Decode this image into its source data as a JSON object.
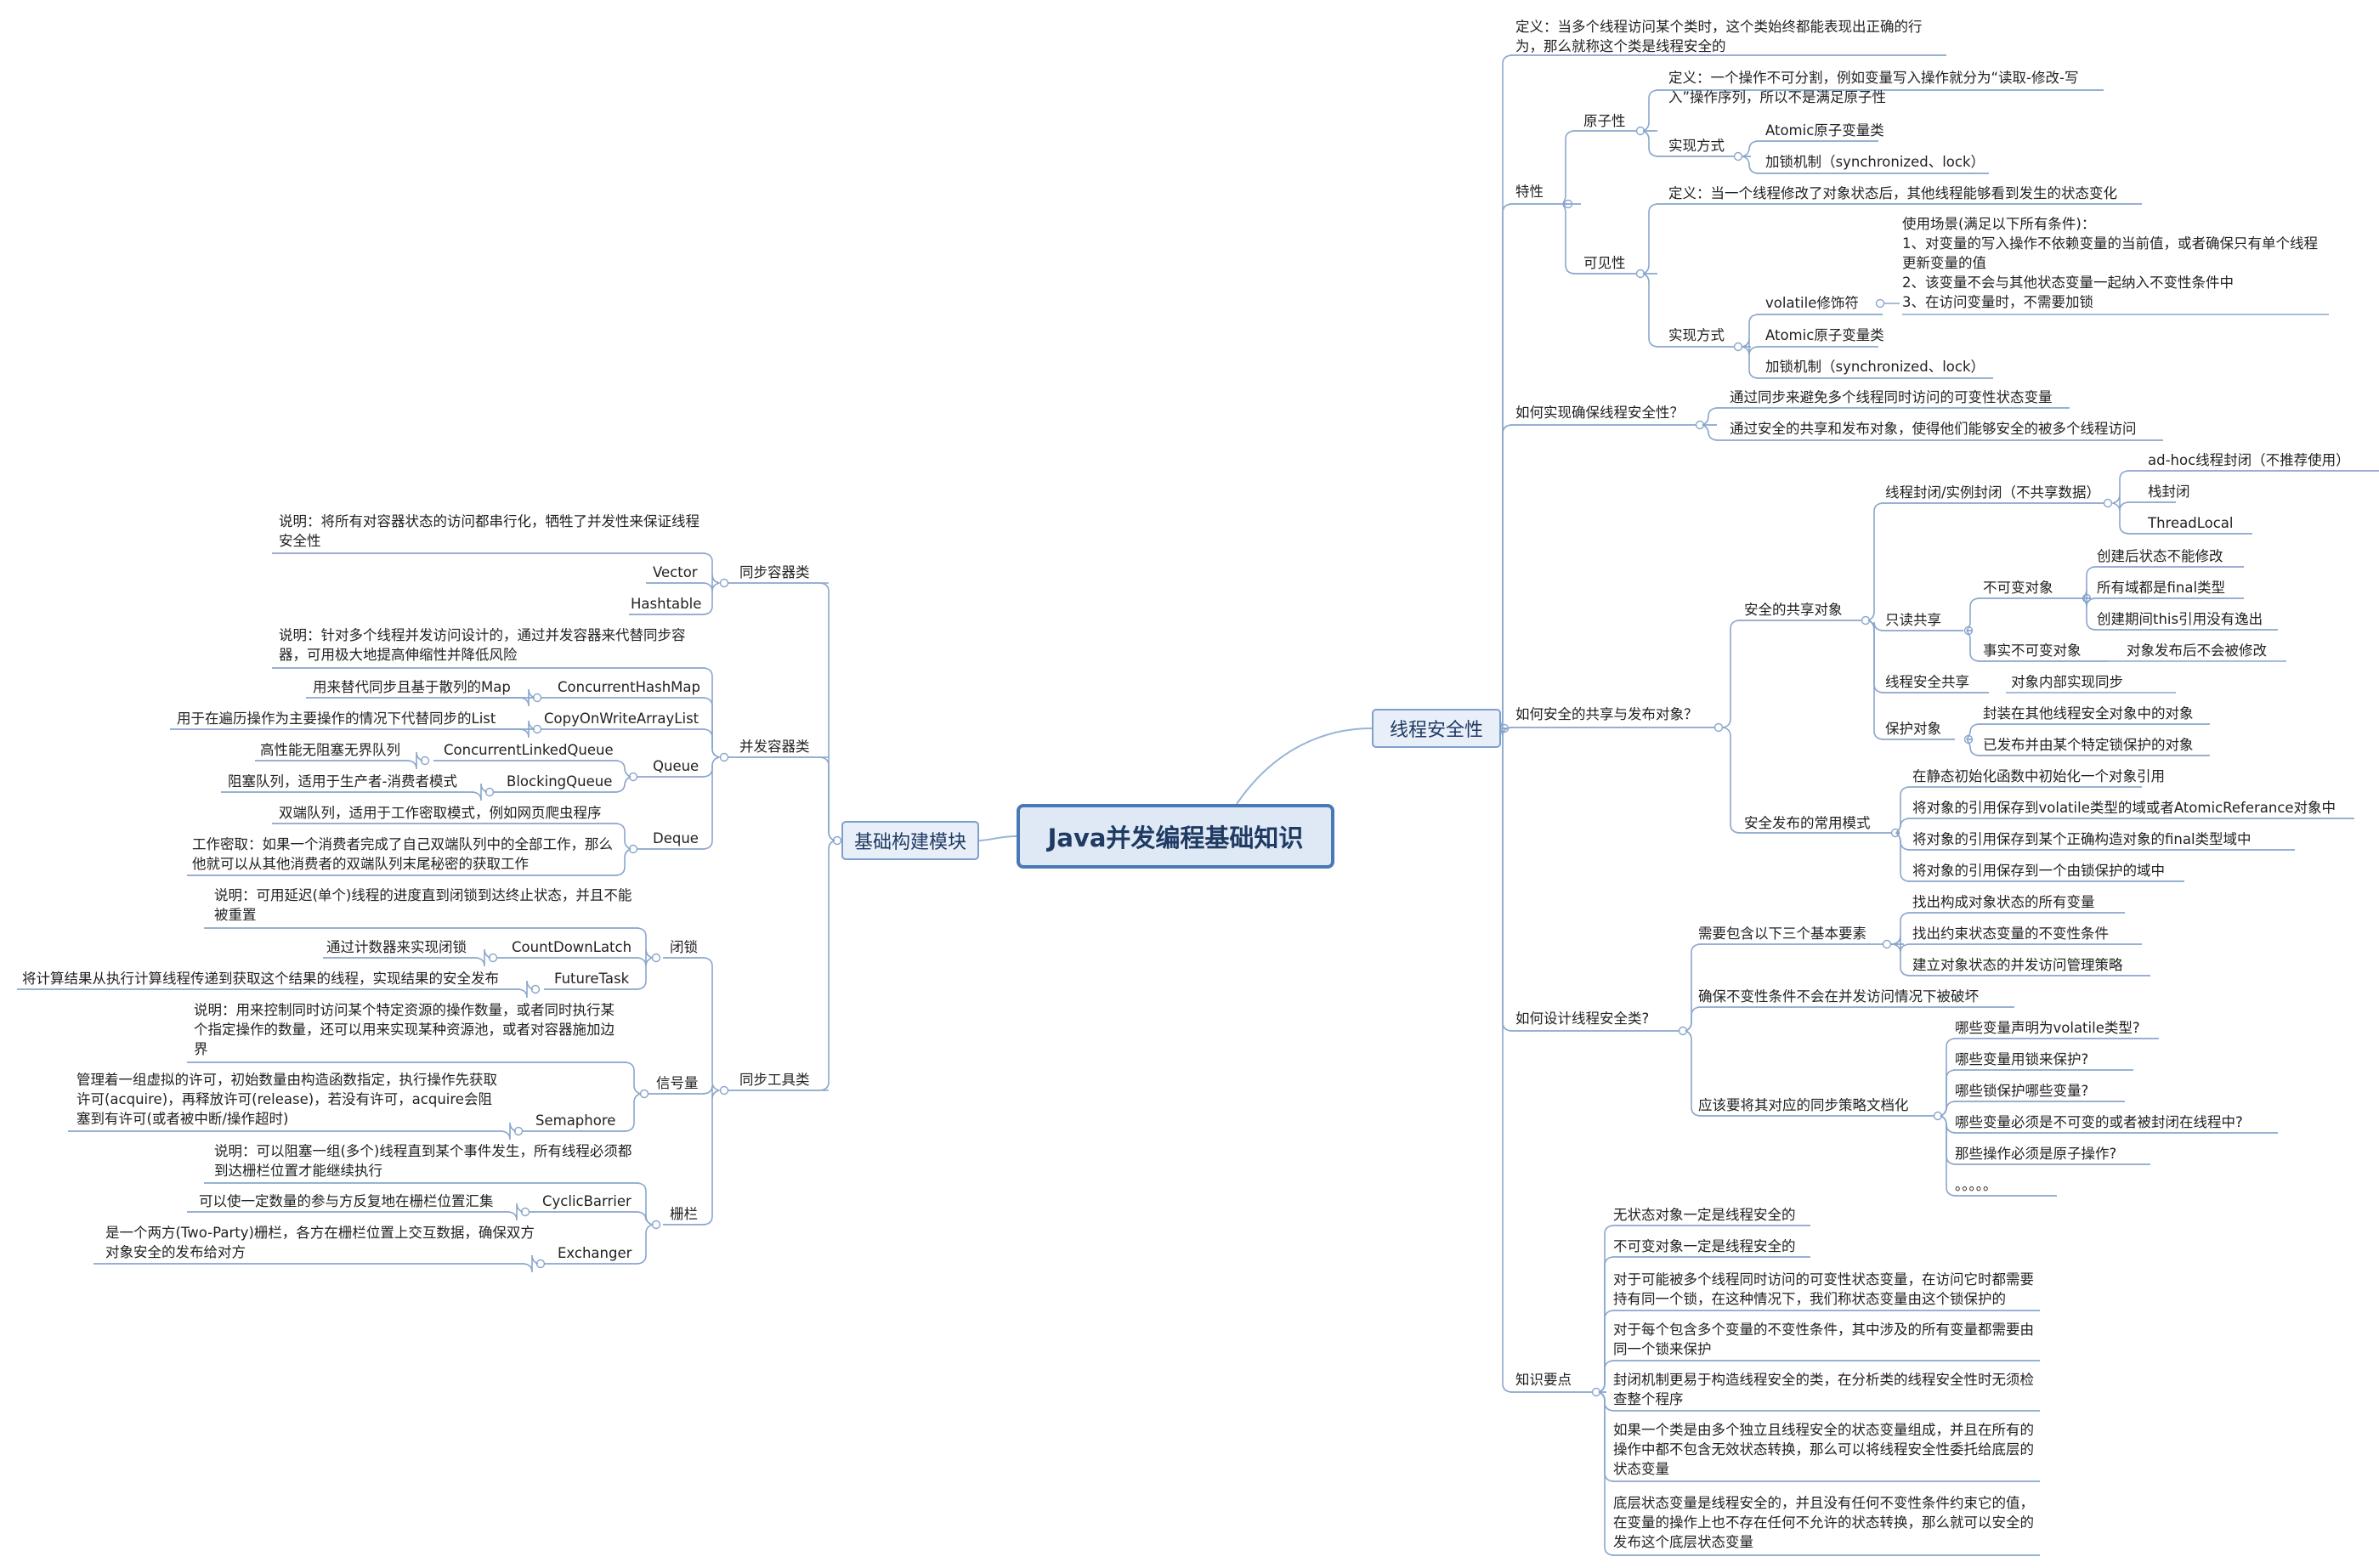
{
  "root": "Java并发编程基础知识",
  "right_main": "线程安全性",
  "left_main": "基础构建模块",
  "safety": {
    "definition": "定义：当多个线程访问某个类时，这个类始终都能表现出正确的行为，那么就称这个类是线程安全的",
    "features": {
      "label": "特性",
      "atomic": {
        "label": "原子性",
        "definition": "定义：一个操作不可分割，例如变量写入操作就分为“读取-修改-写入”操作序列，所以不是满足原子性",
        "impl_label": "实现方式",
        "impl": [
          "Atomic原子变量类",
          "加锁机制（synchronized、lock）"
        ]
      },
      "visibility": {
        "label": "可见性",
        "definition": "定义：当一个线程修改了对象状态后，其他线程能够看到发生的状态变化",
        "impl_label": "实现方式",
        "volatile_label": "volatile修饰符",
        "volatile_note": "使用场景(满足以下所有条件)：\n1、对变量的写入操作不依赖变量的当前值，或者确保只有单个线程更新变量的值\n2、该变量不会与其他状态变量一起纳入不变性条件中\n3、在访问变量时，不需要加锁",
        "impl": [
          "Atomic原子变量类",
          "加锁机制（synchronized、lock）"
        ]
      }
    },
    "how_ensure": {
      "label": "如何实现确保线程安全性？",
      "items": [
        "通过同步来避免多个线程同时访问的可变性状态变量",
        "通过安全的共享和发布对象，使得他们能够安全的被多个线程访问"
      ]
    },
    "share_publish": {
      "label": "如何安全的共享与发布对象？",
      "safe_share": {
        "label": "安全的共享对象",
        "confine": {
          "label": "线程封闭/实例封闭（不共享数据）",
          "items": [
            "ad-hoc线程封闭（不推荐使用）",
            "栈封闭",
            "ThreadLocal"
          ]
        },
        "readonly": {
          "label": "只读共享",
          "immutable": {
            "label": "不可变对象",
            "items": [
              "创建后状态不能修改",
              "所有域都是final类型",
              "创建期间this引用没有逸出"
            ]
          },
          "effective": {
            "label": "事实不可变对象",
            "item": "对象发布后不会被修改"
          }
        },
        "threadsafe": {
          "label": "线程安全共享",
          "item": "对象内部实现同步"
        },
        "guarded": {
          "label": "保护对象",
          "items": [
            "封装在其他线程安全对象中的对象",
            "已发布并由某个特定锁保护的对象"
          ]
        }
      },
      "safe_publish": {
        "label": "安全发布的常用模式",
        "items": [
          "在静态初始化函数中初始化一个对象引用",
          "将对象的引用保存到volatile类型的域或者AtomicReferance对象中",
          "将对象的引用保存到某个正确构造对象的final类型域中",
          "将对象的引用保存到一个由锁保护的域中"
        ]
      }
    },
    "design": {
      "label": "如何设计线程安全类?",
      "elements": {
        "label": "需要包含以下三个基本要素",
        "items": [
          "找出构成对象状态的所有变量",
          "找出约束状态变量的不变性条件",
          "建立对象状态的并发访问管理策略"
        ]
      },
      "invariant": "确保不变性条件不会在并发访问情况下被破坏",
      "doc": {
        "label": "应该要将其对应的同步策略文档化",
        "items": [
          "哪些变量声明为volatile类型?",
          "哪些变量用锁来保护?",
          "哪些锁保护哪些变量?",
          "哪些变量必须是不可变的或者被封闭在线程中?",
          "那些操作必须是原子操作?",
          "。。。。。"
        ]
      }
    },
    "points": {
      "label": "知识要点",
      "items": [
        "无状态对象一定是线程安全的",
        "不可变对象一定是线程安全的",
        "对于可能被多个线程同时访问的可变性状态变量，在访问它时都需要持有同一个锁，在这种情况下，我们称状态变量由这个锁保护的",
        "对于每个包含多个变量的不变性条件，其中涉及的所有变量都需要由同一个锁来保护",
        "封闭机制更易于构造线程安全的类，在分析类的线程安全性时无须检查整个程序",
        "如果一个类是由多个独立且线程安全的状态变量组成，并且在所有的操作中都不包含无效状态转换，那么可以将线程安全性委托给底层的状态变量",
        "底层状态变量是线程安全的，并且没有任何不变性条件约束它的值，在变量的操作上也不存在任何不允许的状态转换，那么就可以安全的发布这个底层状态变量"
      ]
    }
  },
  "building": {
    "sync_containers": {
      "label": "同步容器类",
      "note": "说明：将所有对容器状态的访问都串行化，牺牲了并发性来保证线程安全性",
      "items": [
        "Vector",
        "Hashtable"
      ]
    },
    "concurrent_containers": {
      "label": "并发容器类",
      "note": "说明：针对多个线程并发访问设计的，通过并发容器来代替同步容器，可用极大地提高伸缩性并降低风险",
      "chm": {
        "label": "ConcurrentHashMap",
        "desc": "用来替代同步且基于散列的Map"
      },
      "cow": {
        "label": "CopyOnWriteArrayList",
        "desc": "用于在遍历操作为主要操作的情况下代替同步的List"
      },
      "queue": {
        "label": "Queue",
        "clq": {
          "label": "ConcurrentLinkedQueue",
          "desc": "高性能无阻塞无界队列"
        },
        "bq": {
          "label": "BlockingQueue",
          "desc": "阻塞队列，适用于生产者-消费者模式"
        }
      },
      "deque": {
        "label": "Deque",
        "desc1": "双端队列，适用于工作密取模式，例如网页爬虫程序",
        "desc2": "工作密取：如果一个消费者完成了自己双端队列中的全部工作，那么他就可以从其他消费者的双端队列末尾秘密的获取工作"
      }
    },
    "sync_tools": {
      "label": "同步工具类",
      "latch": {
        "label": "闭锁",
        "note": "说明：可用延迟(单个)线程的进度直到闭锁到达终止状态，并且不能被重置",
        "cdl": {
          "label": "CountDownLatch",
          "desc": "通过计数器来实现闭锁"
        },
        "ft": {
          "label": "FutureTask",
          "desc": "将计算结果从执行计算线程传递到获取这个结果的线程，实现结果的安全发布"
        }
      },
      "semaphore": {
        "label": "信号量",
        "note": "说明：用来控制同时访问某个特定资源的操作数量，或者同时执行某个指定操作的数量，还可以用来实现某种资源池，或者对容器施加边界",
        "item": {
          "label": "Semaphore",
          "desc": "管理着一组虚拟的许可，初始数量由构造函数指定，执行操作先获取许可(acquire)，再释放许可(release)，若没有许可，acquire会阻塞到有许可(或者被中断/操作超时)"
        }
      },
      "barrier": {
        "label": "栅栏",
        "note": "说明：可以阻塞一组(多个)线程直到某个事件发生，所有线程必须都到达栅栏位置才能继续执行",
        "cb": {
          "label": "CyclicBarrier",
          "desc": "可以使一定数量的参与方反复地在栅栏位置汇集"
        },
        "ex": {
          "label": "Exchanger",
          "desc": "是一个两方(Two-Party)栅栏，各方在栅栏位置上交互数据，确保双方对象安全的发布给对方"
        }
      }
    }
  }
}
